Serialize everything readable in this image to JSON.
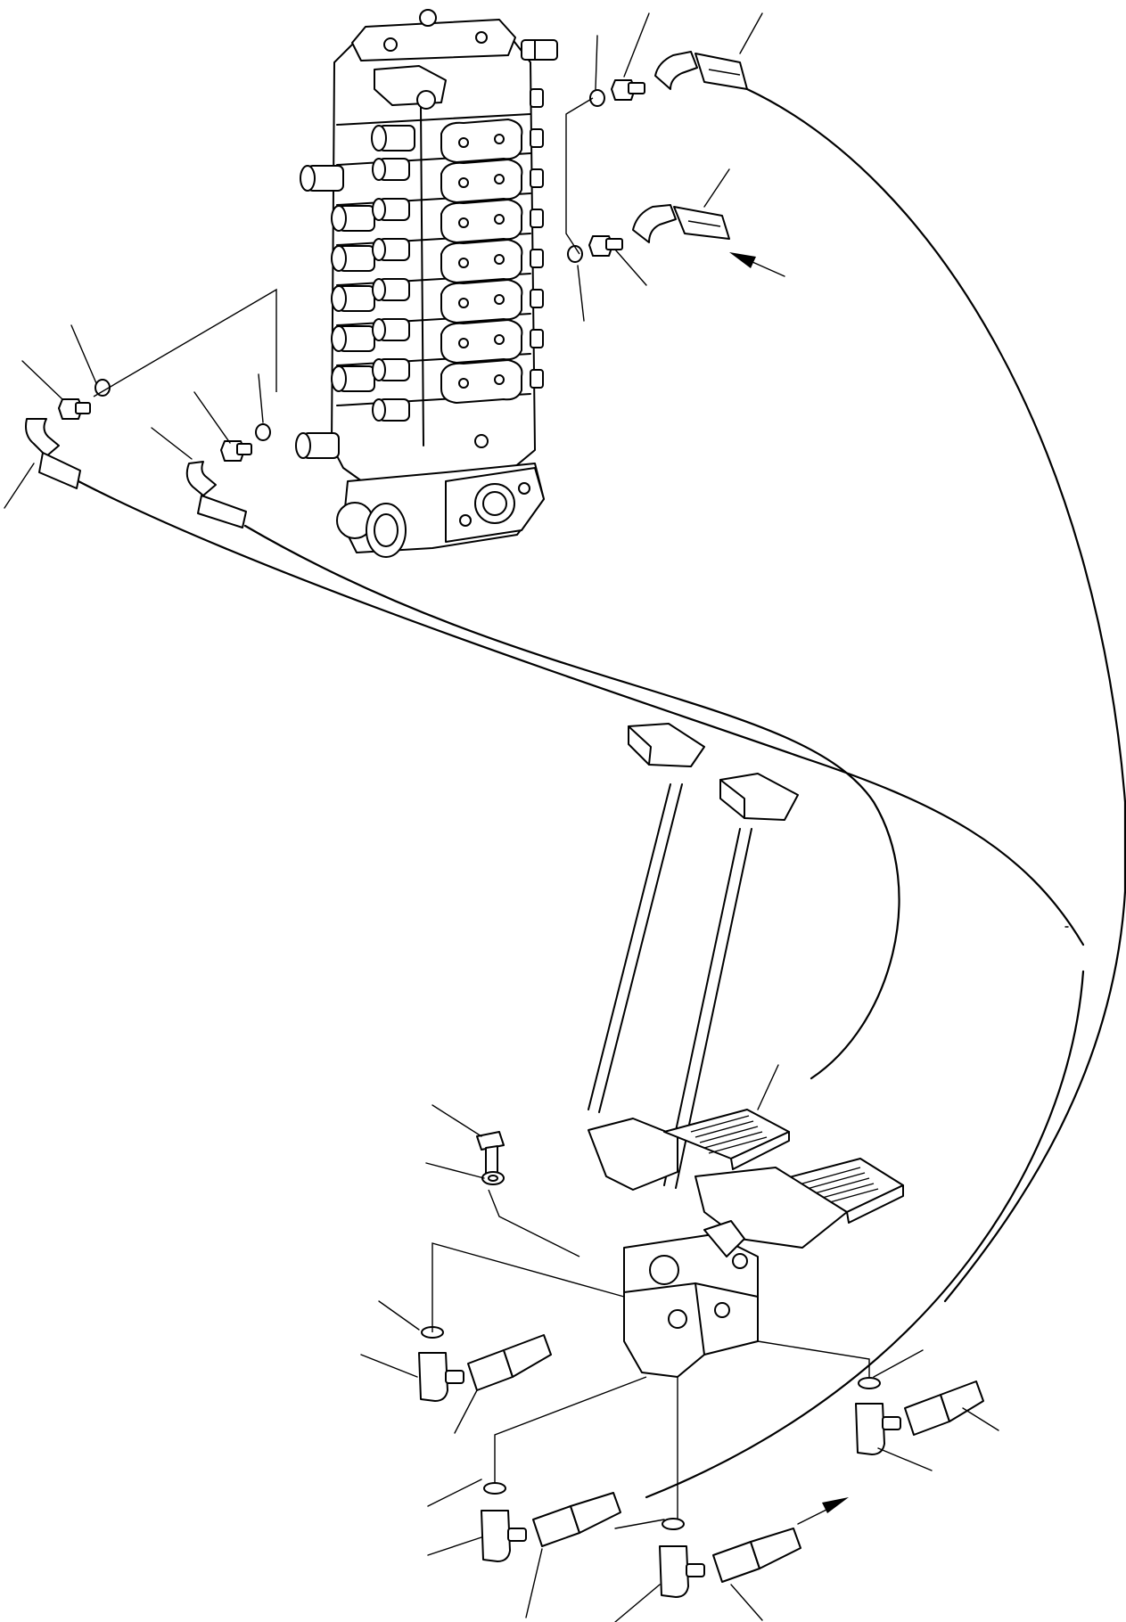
{
  "figure": {
    "components": [
      "control-valve",
      "travel-pedal-valve",
      "travel-levers",
      "travel-pedals",
      "pilot-hoses",
      "elbow-fittings",
      "adapter-fittings",
      "o-rings",
      "mounting-bolt",
      "washer"
    ],
    "flow_arrows": 2,
    "leader_lines": 28
  },
  "colors": {
    "ink": "#000000",
    "paper": "#ffffff"
  }
}
